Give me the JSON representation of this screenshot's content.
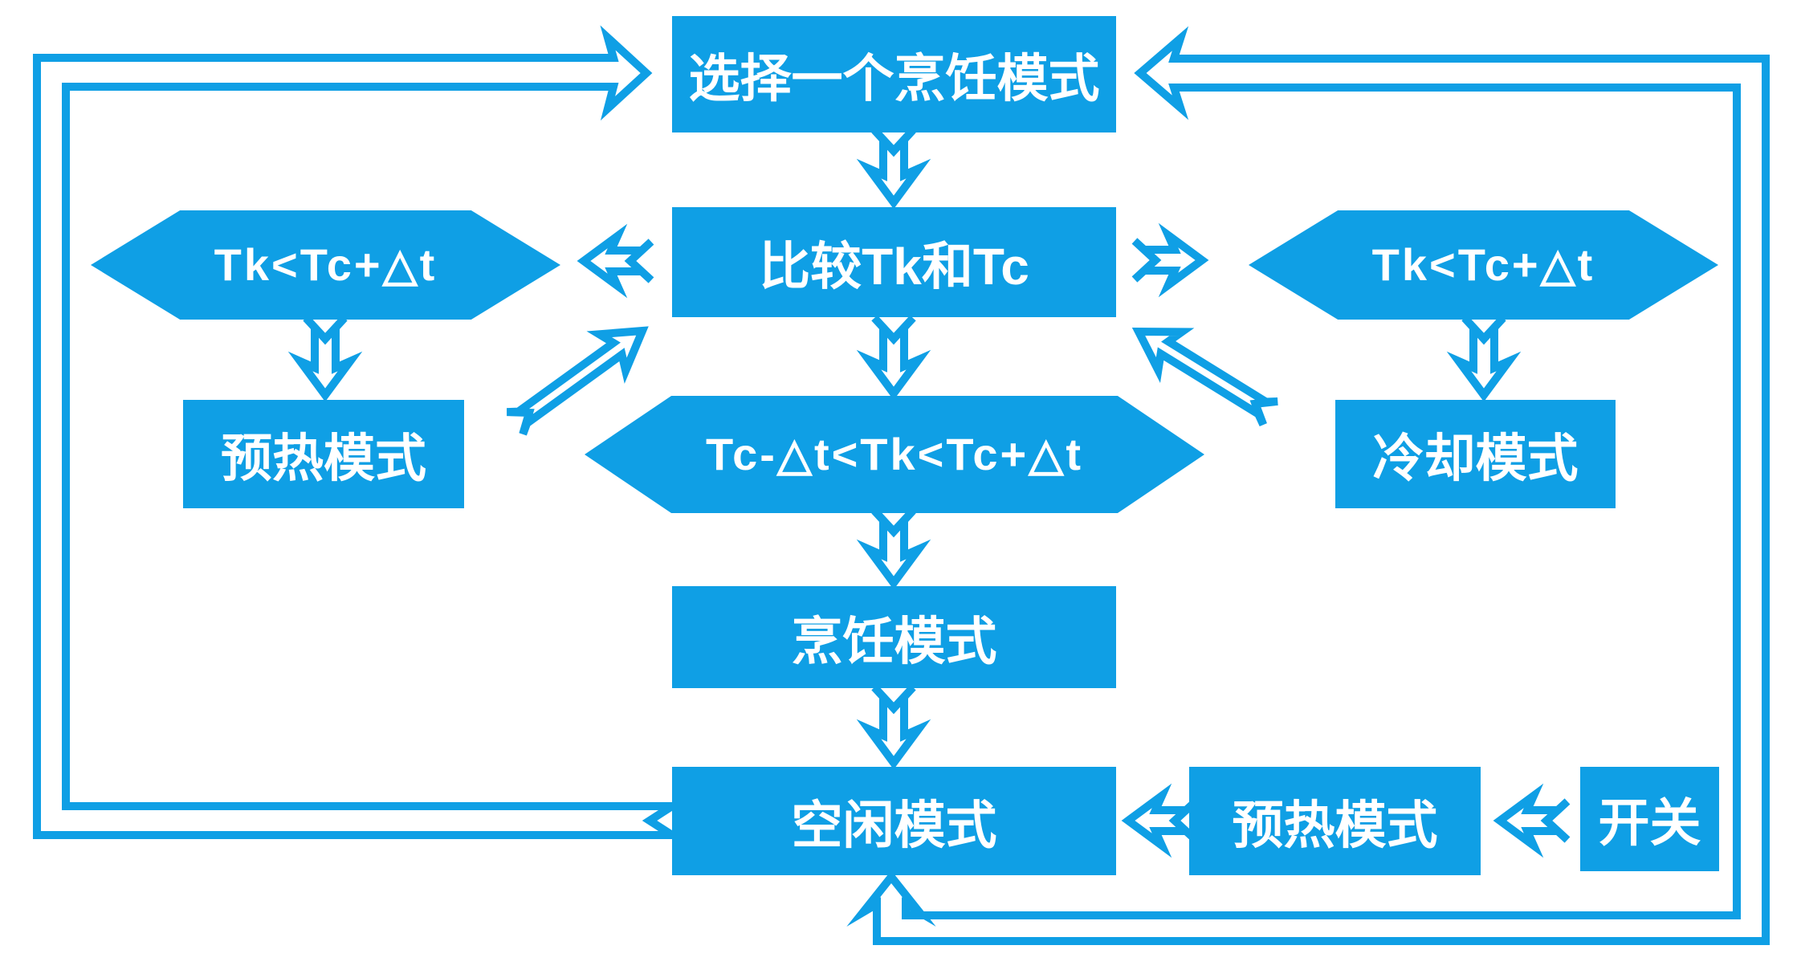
{
  "diagram": {
    "nodes": {
      "select_mode": "选择一个烹饪模式",
      "compare": "比较Tk和Tc",
      "cond_left": "Tk<Tc+△t",
      "cond_right": "Tk<Tc+△t",
      "cond_center": "Tc-△t<Tk<Tc+△t",
      "preheat_left": "预热模式",
      "cooling": "冷却模式",
      "cooking": "烹饪模式",
      "idle": "空闲模式",
      "preheat_bottom": "预热模式",
      "switch": "开关"
    },
    "edges": [
      {
        "from": "select_mode",
        "to": "compare",
        "type": "down-arrow"
      },
      {
        "from": "compare",
        "to": "cond_left",
        "type": "chevron-left"
      },
      {
        "from": "compare",
        "to": "cond_right",
        "type": "chevron-right"
      },
      {
        "from": "cond_left",
        "to": "preheat_left",
        "type": "down-arrow"
      },
      {
        "from": "cond_right",
        "to": "cooling",
        "type": "down-arrow"
      },
      {
        "from": "preheat_left",
        "to": "compare",
        "type": "diagonal-arrow"
      },
      {
        "from": "cooling",
        "to": "compare",
        "type": "diagonal-arrow"
      },
      {
        "from": "compare",
        "to": "cond_center",
        "type": "down-arrow"
      },
      {
        "from": "cond_center",
        "to": "cooking",
        "type": "down-arrow"
      },
      {
        "from": "cooking",
        "to": "idle",
        "type": "down-arrow"
      },
      {
        "from": "idle",
        "to": "select_mode",
        "type": "outline-loop-left"
      },
      {
        "from": "switch",
        "to": "preheat_bottom",
        "type": "chevron-left"
      },
      {
        "from": "preheat_bottom",
        "to": "idle",
        "type": "chevron-left"
      },
      {
        "type": "outline-loop-right",
        "arrowheads": [
          "idle",
          "select_mode"
        ]
      }
    ],
    "colors": {
      "accent": "#0F9FE5",
      "node_text": "#FFFFFF",
      "background": "#FFFFFF"
    }
  }
}
